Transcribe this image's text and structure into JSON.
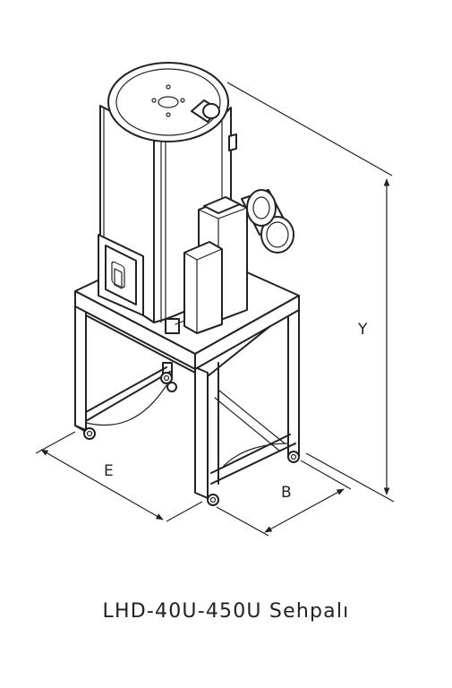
{
  "dimensions": {
    "depth_label": "E",
    "width_label": "B",
    "height_label": "Y"
  },
  "caption": "LHD-40U-450U Sehpalı"
}
